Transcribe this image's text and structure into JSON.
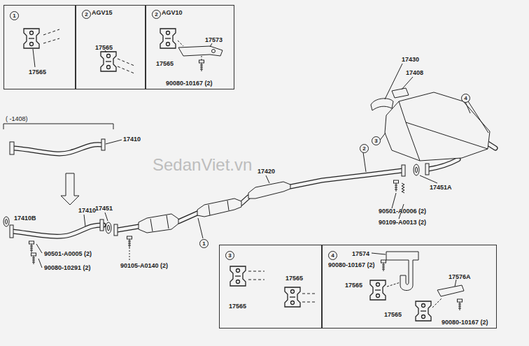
{
  "diagram": {
    "nodes": [
      {
        "text": [
          "1",
          "17565"
        ]
      },
      {
        "text": [
          "2",
          "AGV15",
          "17565"
        ]
      },
      {
        "text": [
          "2",
          "AGV10",
          "17565",
          "17573",
          "90080-10167 (2)"
        ]
      },
      {
        "text": [
          "3",
          "17565",
          "17565"
        ]
      },
      {
        "text": [
          "4",
          "17574",
          "90080-10167 (2)",
          "17565",
          "17576A",
          "17565",
          "90080-10167 (2)"
        ]
      }
    ],
    "labels": [
      "( -1408)",
      "17410",
      "17410",
      "17410B",
      "17451",
      "90501-A0005 (2)",
      "90080-10291 (2)",
      "90105-A0140 (2)",
      "1",
      "17420",
      "2",
      "3",
      "4",
      "17430",
      "17408",
      "17451A",
      "90501-A0006 (2)",
      "90109-A0013 (2)",
      "SedanViet.vn"
    ]
  }
}
